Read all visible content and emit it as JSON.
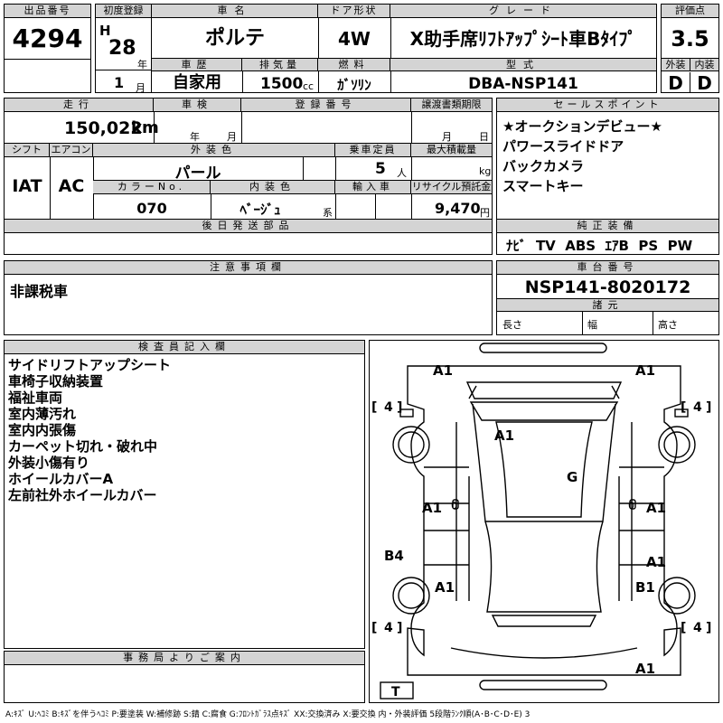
{
  "header": {
    "lot_label": "出品番号",
    "lot_no": "4294",
    "first_reg_label": "初度登録",
    "era": "H",
    "year": "28",
    "year_unit": "年",
    "month": "1",
    "month_unit": "月",
    "name_label": "車名",
    "car_name": "ポルテ",
    "door_label": "ドア形状",
    "door": "4W",
    "grade_label": "グレード",
    "grade": "X助手席ﾘﾌﾄｱｯﾌﾟｼｰﾄ車Bﾀｲﾌﾟ",
    "score_label": "評価点",
    "score": "3.5",
    "history_label": "車歴",
    "history": "自家用",
    "displacement_label": "排気量",
    "displacement": "1500",
    "displacement_unit": "cc",
    "fuel_label": "燃料",
    "fuel": "ｶﾞｿﾘﾝ",
    "model_label": "型式",
    "model": "DBA-NSP141",
    "exterior_label": "外装",
    "exterior": "D",
    "interior_label": "内装",
    "interior": "D"
  },
  "details": {
    "mileage_label": "走行",
    "mileage": "150,022",
    "mileage_unit": "km",
    "inspection_label": "車検",
    "year_unit": "年",
    "month_unit": "月",
    "reg_label": "登録番号",
    "deadline_label": "譲渡書類期限",
    "day_unit": "日",
    "shift_label": "シフト",
    "shift": "IAT",
    "ac_label": "エアコン",
    "ac": "AC",
    "color_label": "外装色",
    "color": "パール",
    "capacity_label": "乗車定員",
    "capacity": "5",
    "capacity_unit": "人",
    "load_label": "最大積載量",
    "load_unit": "kg",
    "color_no_label": "カラーNo.",
    "color_no": "070",
    "int_color_label": "内装色",
    "int_color": "ﾍﾞｰｼﾞｭ",
    "int_color_unit": "系",
    "import_label": "輸入車",
    "recycle_label": "リサイクル預託金",
    "recycle": "9,470",
    "recycle_unit": "円",
    "delivery_label": "後日発送部品"
  },
  "sales_points": {
    "label": "セールスポイント",
    "items": [
      "★オークションデビュー★",
      "パワースライドドア",
      "バックカメラ",
      "スマートキー"
    ]
  },
  "equipment": {
    "label": "純正装備",
    "value": "ﾅﾋﾞ  TV  ABS  ｴｱB  PS  PW"
  },
  "notes": {
    "label": "注意事項欄",
    "value": "非課税車"
  },
  "chassis": {
    "label": "車台番号",
    "value": "NSP141-8020172",
    "spec_label": "諸元",
    "length_label": "長さ",
    "width_label": "幅",
    "height_label": "高さ"
  },
  "inspector": {
    "label": "検査員記入欄",
    "items": [
      "サイドリフトアップシート",
      "車椅子収納装置",
      "福祉車両",
      "室内薄汚れ",
      "室内内張傷",
      "カーペット切れ・破れ中",
      "外装小傷有り",
      "ホイールカバーA",
      "左前社外ホイールカバー"
    ]
  },
  "office": {
    "label": "事務局よりご案内"
  },
  "diagram": {
    "marks": {
      "front_left": "A1",
      "front_right": "A1",
      "bonnet": "A1",
      "roof": "G",
      "left_door_front": "A1",
      "right_door_front": "A1",
      "left_door_mark": "0",
      "right_door_mark": "0",
      "left_rear_panel": "B4",
      "right_rear_door": "A1",
      "left_rear_wheel": "A1",
      "right_rear_wheel": "B1",
      "rear": "A1"
    },
    "tires": {
      "fl": "4",
      "fr": "4",
      "rl": "4",
      "rr": "4",
      "spare": "T"
    }
  },
  "legend": "A:ｷｽﾞ  U:ﾍｺﾐ  B:ｷｽﾞを伴うﾍｺﾐ  P:要塗装  W:補修跡  S:錆  C:腐食  G:ﾌﾛﾝﾄｶﾞﾗｽ点ｷｽﾞ  XX:交換済み  X:要交換  内・外装評価  5段階ﾗﾝｸ順(A･B･C･D･E) 3"
}
